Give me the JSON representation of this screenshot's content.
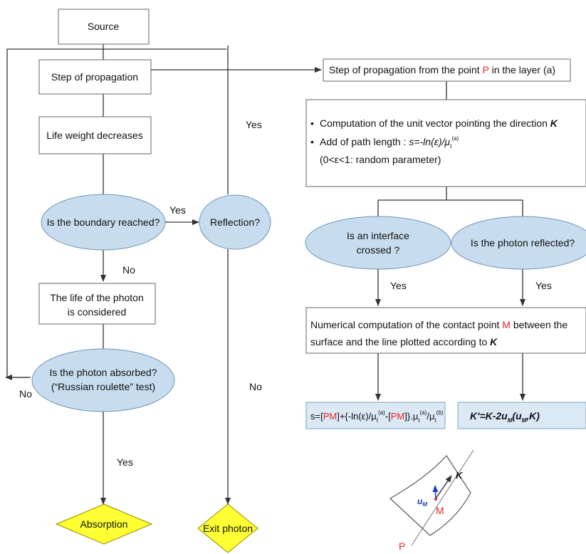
{
  "left": {
    "source": "Source",
    "step": "Step of propagation",
    "life_weight": "Life weight decreases",
    "boundary_q": "Is the boundary reached?",
    "boundary_yes": "Yes",
    "boundary_no": "No",
    "photon_life_1": "The life of the photon",
    "photon_life_2": "is considered",
    "absorbed_q_1": "Is the photon absorbed?",
    "absorbed_q_2": "(“Russian roulette” test)",
    "absorbed_no": "No",
    "absorbed_yes": "Yes",
    "absorption": "Absorption",
    "reflection_q": "Reflection?",
    "reflection_yes": "Yes",
    "reflection_no": "No",
    "exit_photon": "Exit photon"
  },
  "right": {
    "step_from": "Step of propagation from the point ",
    "point_p": "P",
    "step_layer": " in the layer (a)",
    "bullet": "•",
    "unit_vector": "Computation of the unit vector pointing the direction ",
    "k": "K",
    "path_length": "Add of path length : ",
    "s_formula": "s=-ln(ε)/μ",
    "sub_t": "t",
    "sup_a": "(a)",
    "sup_b": "(b)",
    "random_param": "(0<ε<1: random parameter)",
    "interface_q_1": "Is an interface",
    "interface_q_2": "crossed ?",
    "reflected_q": "Is the photon reflected?",
    "yes_1": "Yes",
    "yes_2": "Yes",
    "contact_1a": "Numerical computation of the contact point ",
    "point_m": "M",
    "contact_1b": " between the",
    "contact_2": "surface and the line plotted according to ",
    "f_s": "s=[",
    "pm": "PM",
    "f_mid1": "]+{-ln(ε)/μ",
    "f_mid2": "-[",
    "f_mid3": "]}.μ",
    "f_slash": "/μ",
    "kprime": "K'=K-2u",
    "sub_m": "M",
    "kprime_tail_open": "(u",
    "kprime_tail_close": ",K)",
    "fig_u": "u",
    "fig_k": "K",
    "fig_m": "M",
    "fig_p": "P"
  }
}
